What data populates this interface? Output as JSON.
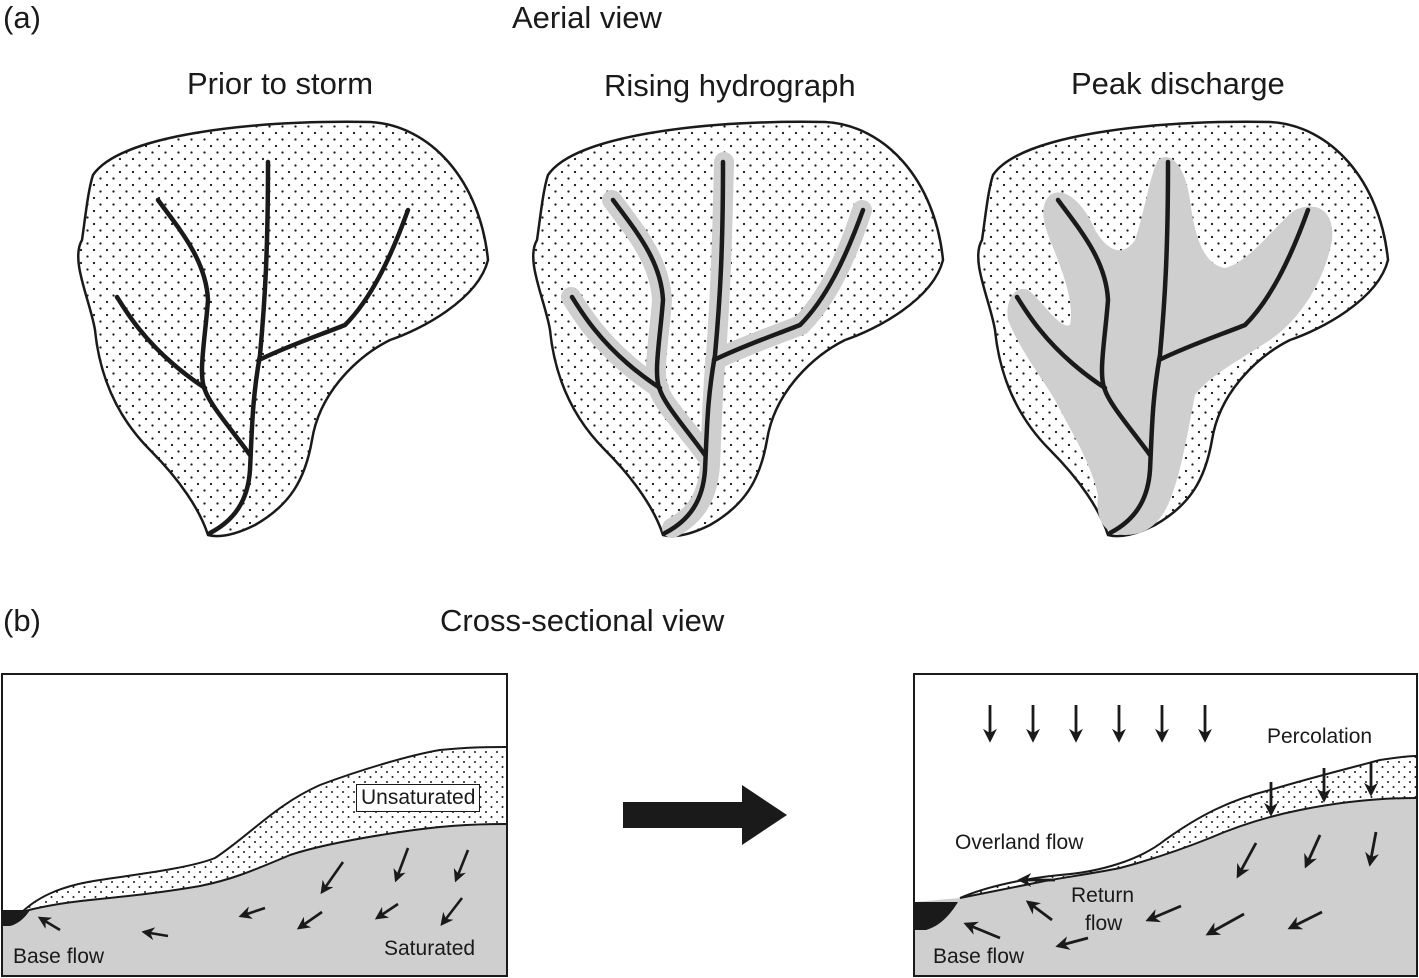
{
  "part_a": {
    "letter": "(a)",
    "title": "Aerial view",
    "panels": [
      {
        "title": "Prior to storm",
        "saturation": "none"
      },
      {
        "title": "Rising hydrograph",
        "saturation": "narrow"
      },
      {
        "title": "Peak discharge",
        "saturation": "wide"
      }
    ]
  },
  "part_b": {
    "letter": "(b)",
    "title": "Cross-sectional view",
    "left_panel": {
      "unsaturated_label": "Unsaturated",
      "saturated_label": "Saturated",
      "base_flow_label": "Base flow"
    },
    "right_panel": {
      "percolation_label": "Percolation",
      "overland_flow_label": "Overland flow",
      "return_flow_label_1": "Return",
      "return_flow_label_2": "flow",
      "base_flow_label": "Base flow"
    }
  },
  "colors": {
    "ink": "#1a1a1a",
    "saturated_fill": "#cfcfcf",
    "background": "#ffffff"
  }
}
